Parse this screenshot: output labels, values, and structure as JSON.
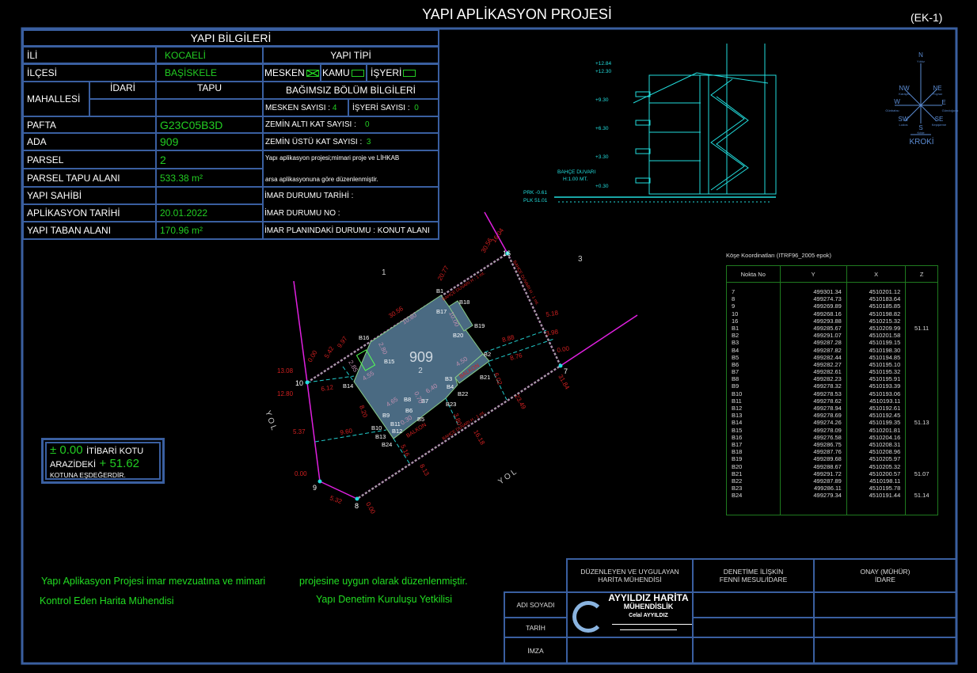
{
  "title": "YAPI APLİKASYON PROJESİ",
  "sheet_code": "(EK-1)",
  "yapi_bilgileri": {
    "title": "YAPI BİLGİLERİ",
    "il_label": "İLİ",
    "il": "KOCAELİ",
    "ilce_label": "İLÇESİ",
    "ilce": "BAŞİSKELE",
    "mahalle_label": "MAHALLESİ",
    "idari_label": "İDARİ",
    "tapu_label": "TAPU",
    "pafta_label": "PAFTA",
    "pafta": "G23C05B3D",
    "ada_label": "ADA",
    "ada": "909",
    "parsel_label": "PARSEL",
    "parsel": "2",
    "parsel_alan_label": "PARSEL TAPU ALANI",
    "parsel_alan": "533.38 m²",
    "yapi_sahibi_label": "YAPI SAHİBİ",
    "aplikasyon_tarihi_label": "APLİKASYON TARİHİ",
    "aplikasyon_tarihi": "20.01.2022",
    "taban_alani_label": "YAPI TABAN ALANI",
    "taban_alani": "170.96  m²",
    "yapi_tipi_label": "YAPI TİPİ",
    "mesken_label": "MESKEN",
    "kamu_label": "KAMU",
    "isyeri_label": "İŞYERİ",
    "bagimsiz_label": "BAĞIMSIZ BÖLÜM BİLGİLERİ",
    "mesken_sayisi_label": "MESKEN SAYISI :",
    "mesken_sayisi": "4",
    "isyeri_sayisi_label": "İŞYERİ SAYISI :",
    "isyeri_sayisi": "0",
    "zemin_alti_label": "ZEMİN ALTI KAT SAYISI :",
    "zemin_alti": "0",
    "zemin_ustu_label": "ZEMİN ÜSTÜ KAT SAYISI :",
    "zemin_ustu": "3",
    "aciklama_1": "Yapı aplikasyon projesi;mimari proje ve LİHKAB",
    "aciklama_2": "arsa aplikasyonuna göre düzenlenmiştir.",
    "imar_tarihi_label": "İMAR DURUMU TARİHİ :",
    "imar_no_label": "İMAR DURUMU NO :",
    "imar_plan_label": "İMAR PLANINDAKİ DURUMU :",
    "imar_plan": "KONUT ALANI"
  },
  "kot": {
    "itibari_value": "± 0.00",
    "itibari_label": "İTİBARİ KOTU",
    "arazi_label": "ARAZİDEKİ",
    "arazi_value": "+ 51.62",
    "footer": "KOTUNA EŞDEĞERDİR."
  },
  "elevation": {
    "levels": [
      "+12.84",
      "+12.30",
      "+9.30",
      "+6.30",
      "+3.30",
      "+0.30"
    ],
    "wall_label": "BAHÇE DUVARI",
    "wall_height": "H:1.00 MT.",
    "prk": "PRK  -0.61",
    "plk": "PLK  51.01"
  },
  "compass": {
    "n": "N",
    "n_sub": "Yıldız",
    "ne": "NE",
    "ne_sub": "Poyraz",
    "e": "E",
    "e_sub": "Gündoğusu",
    "se": "SE",
    "se_sub": "Keşişleme",
    "s": "S",
    "s_sub": "Kıble",
    "sw": "SW",
    "sw_sub": "Lodos",
    "w": "W",
    "w_sub": "Günbatısı",
    "nw": "NW",
    "nw_sub": "Karayel",
    "title": "KROKİ"
  },
  "plan": {
    "ada": "909",
    "parsel": "2",
    "neighbors": [
      "1",
      "3"
    ],
    "road": "Y O L",
    "balkon": "BALKON",
    "wall_note": "BAHÇE DUVARI H : 1 mt.",
    "points": {
      "p16": "16",
      "p7": "7",
      "p8": "8",
      "p9": "9",
      "p10": "10",
      "B1": "B1",
      "B2": "B2",
      "B3": "B3",
      "B4": "B4",
      "B5": "B5",
      "B6": "B6",
      "B7": "B7",
      "B8": "B8",
      "B9": "B9",
      "B10": "B10",
      "B11": "B11",
      "B12": "B12",
      "B13": "B13",
      "B14": "B14",
      "B15": "B15",
      "B16": "B16",
      "B17": "B17",
      "B18": "B18",
      "B19": "B19",
      "B20": "B20",
      "B21": "B21",
      "B22": "B22",
      "B23": "B23",
      "B24": "B24"
    },
    "red_dims": [
      "16.04",
      "30.56",
      "20.77",
      "30.56",
      "9.97",
      "5.42",
      "0.00",
      "13.08",
      "12.80",
      "5.18",
      "3.98",
      "0.00",
      "31.84",
      "23.49",
      "16.18",
      "8.13",
      "0.00",
      "5.32",
      "0.00",
      "5.37",
      "9.60",
      "6.12",
      "8.88",
      "8.76",
      "6.02",
      "5.16",
      "3.80",
      "8.20"
    ],
    "bldg_dims": [
      "10.80",
      "10.00",
      "2.80",
      "4.55",
      "4.50",
      "6.40",
      "4.65",
      "0.70",
      "0.30",
      "2.85"
    ]
  },
  "coords": {
    "title": "Köşe Koordinatları (ITRF96_2005 epok)",
    "headers": [
      "Nokta   No",
      "Y",
      "X",
      "Z"
    ],
    "rows": [
      [
        "7",
        "499301.34",
        "4510201.12",
        ""
      ],
      [
        "8",
        "499274.73",
        "4510183.64",
        ""
      ],
      [
        "9",
        "499269.89",
        "4510185.85",
        ""
      ],
      [
        "10",
        "499268.16",
        "4510198.82",
        ""
      ],
      [
        "16",
        "499293.88",
        "4510215.32",
        ""
      ],
      [
        "B1",
        "499285.67",
        "4510209.99",
        "51.11"
      ],
      [
        "B2",
        "499291.07",
        "4510201.58",
        ""
      ],
      [
        "B3",
        "499287.28",
        "4510199.15",
        ""
      ],
      [
        "B4",
        "499287.82",
        "4510198.30",
        ""
      ],
      [
        "B5",
        "499282.44",
        "4510194.85",
        ""
      ],
      [
        "B6",
        "499282.27",
        "4510195.10",
        ""
      ],
      [
        "B7",
        "499282.61",
        "4510195.32",
        ""
      ],
      [
        "B8",
        "499282.23",
        "4510195.91",
        ""
      ],
      [
        "B9",
        "499278.32",
        "4510193.39",
        ""
      ],
      [
        "B10",
        "499278.53",
        "4510193.06",
        ""
      ],
      [
        "B11",
        "499278.62",
        "4510193.11",
        ""
      ],
      [
        "B12",
        "499278.94",
        "4510192.61",
        ""
      ],
      [
        "B13",
        "499278.69",
        "4510192.45",
        ""
      ],
      [
        "B14",
        "499274.26",
        "4510199.35",
        "51.13"
      ],
      [
        "B15",
        "499278.09",
        "4510201.81",
        ""
      ],
      [
        "B16",
        "499276.58",
        "4510204.16",
        ""
      ],
      [
        "B17",
        "499286.75",
        "4510208.31",
        ""
      ],
      [
        "B18",
        "499287.76",
        "4510208.96",
        ""
      ],
      [
        "B19",
        "499289.68",
        "4510205.97",
        ""
      ],
      [
        "B20",
        "499288.67",
        "4510205.32",
        ""
      ],
      [
        "B21",
        "499291.72",
        "4510200.57",
        "51.07"
      ],
      [
        "B22",
        "499287.89",
        "4510198.11",
        ""
      ],
      [
        "B23",
        "499286.11",
        "4510195.78",
        ""
      ],
      [
        "B24",
        "499279.34",
        "4510191.44",
        "51.14"
      ]
    ]
  },
  "notes": {
    "line1a": "Yapı Aplikasyon Projesi imar mevzuatına ve mimari",
    "line1b": "projesine uygun olarak düzenlenmiştir.",
    "sign1": "Kontrol Eden Harita Mühendisi",
    "sign2": "Yapı Denetim Kuruluşu Yetkilisi"
  },
  "title_block": {
    "col1": "DÜZENLEYEN VE UYGULAYAN\nHARİTA MÜHENDİSİ",
    "col2": "DENETİME İLİŞKİN\nFENNİ MESUL/İDARE",
    "col3": "ONAY (MÜHÜR)\nİDARE",
    "row_adi": "ADI SOYADI",
    "row_tarih": "TARİH",
    "row_imza": "İMZA",
    "stamp_company": "AYYILDIZ HARİTA",
    "stamp_sub": "MÜHENDİSLİK",
    "stamp_name": "Celal AYYILDIZ"
  }
}
